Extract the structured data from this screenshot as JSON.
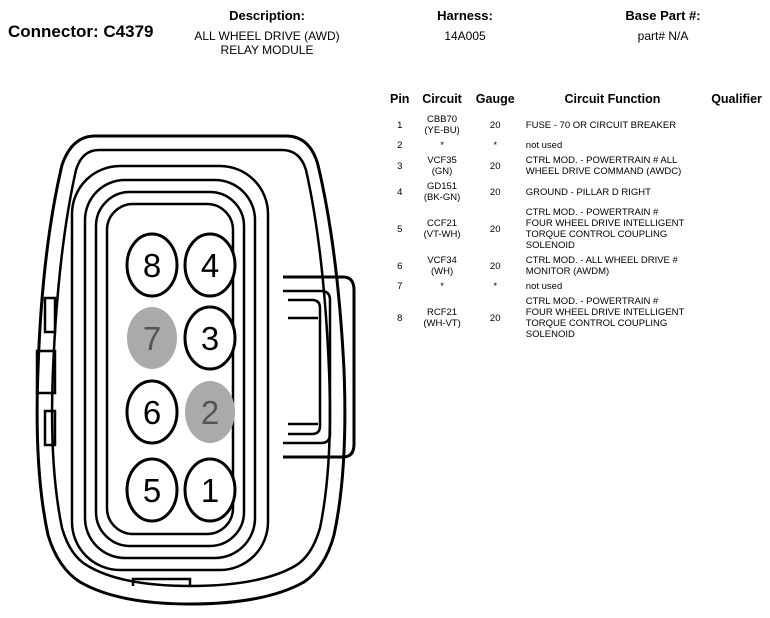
{
  "header": {
    "connector_title": "Connector: C4379",
    "description_label": "Description:",
    "description_value": [
      "ALL WHEEL DRIVE (AWD)",
      "RELAY MODULE"
    ],
    "harness_label": "Harness:",
    "harness_value": "14A005",
    "base_part_label": "Base Part #:",
    "base_part_value": "part# N/A"
  },
  "table": {
    "headers": [
      "Pin",
      "Circuit",
      "Gauge",
      "Circuit Function",
      "Qualifier"
    ],
    "rows": [
      {
        "pin": "1",
        "circuit": [
          "CBB70",
          "(YE-BU)"
        ],
        "gauge": "20",
        "function": [
          "FUSE - 70 OR CIRCUIT BREAKER"
        ],
        "qualifier": ""
      },
      {
        "pin": "2",
        "circuit": [
          "*"
        ],
        "gauge": "*",
        "function": [
          "not used"
        ],
        "qualifier": ""
      },
      {
        "pin": "3",
        "circuit": [
          "VCF35",
          "(GN)"
        ],
        "gauge": "20",
        "function": [
          "CTRL MOD. - POWERTRAIN # ALL",
          "WHEEL DRIVE COMMAND (AWDC)"
        ],
        "qualifier": ""
      },
      {
        "pin": "4",
        "circuit": [
          "GD151",
          "(BK-GN)"
        ],
        "gauge": "20",
        "function": [
          "GROUND - PILLAR D RIGHT"
        ],
        "qualifier": ""
      },
      {
        "pin": "5",
        "circuit": [
          "CCF21",
          "(VT-WH)"
        ],
        "gauge": "20",
        "function": [
          "CTRL MOD. - POWERTRAIN #",
          "FOUR WHEEL DRIVE INTELLIGENT",
          "TORQUE CONTROL COUPLING",
          "SOLENOID"
        ],
        "qualifier": ""
      },
      {
        "pin": "6",
        "circuit": [
          "VCF34",
          "(WH)"
        ],
        "gauge": "20",
        "function": [
          "CTRL MOD. - ALL WHEEL DRIVE #",
          "MONITOR (AWDM)"
        ],
        "qualifier": ""
      },
      {
        "pin": "7",
        "circuit": [
          "*"
        ],
        "gauge": "*",
        "function": [
          "not used"
        ],
        "qualifier": ""
      },
      {
        "pin": "8",
        "circuit": [
          "RCF21",
          "(WH-VT)"
        ],
        "gauge": "20",
        "function": [
          "CTRL MOD. - POWERTRAIN #",
          "FOUR WHEEL DRIVE INTELLIGENT",
          "TORQUE CONTROL COUPLING",
          "SOLENOID"
        ],
        "qualifier": ""
      }
    ]
  },
  "connector": {
    "pins": [
      {
        "label": "8",
        "used": true
      },
      {
        "label": "4",
        "used": true
      },
      {
        "label": "7",
        "used": false
      },
      {
        "label": "3",
        "used": true
      },
      {
        "label": "6",
        "used": true
      },
      {
        "label": "2",
        "used": false
      },
      {
        "label": "5",
        "used": true
      },
      {
        "label": "1",
        "used": true
      }
    ],
    "unused_fill": "#aaaaaa",
    "used_fill": "#ffffff",
    "stroke_color": "#000000"
  }
}
